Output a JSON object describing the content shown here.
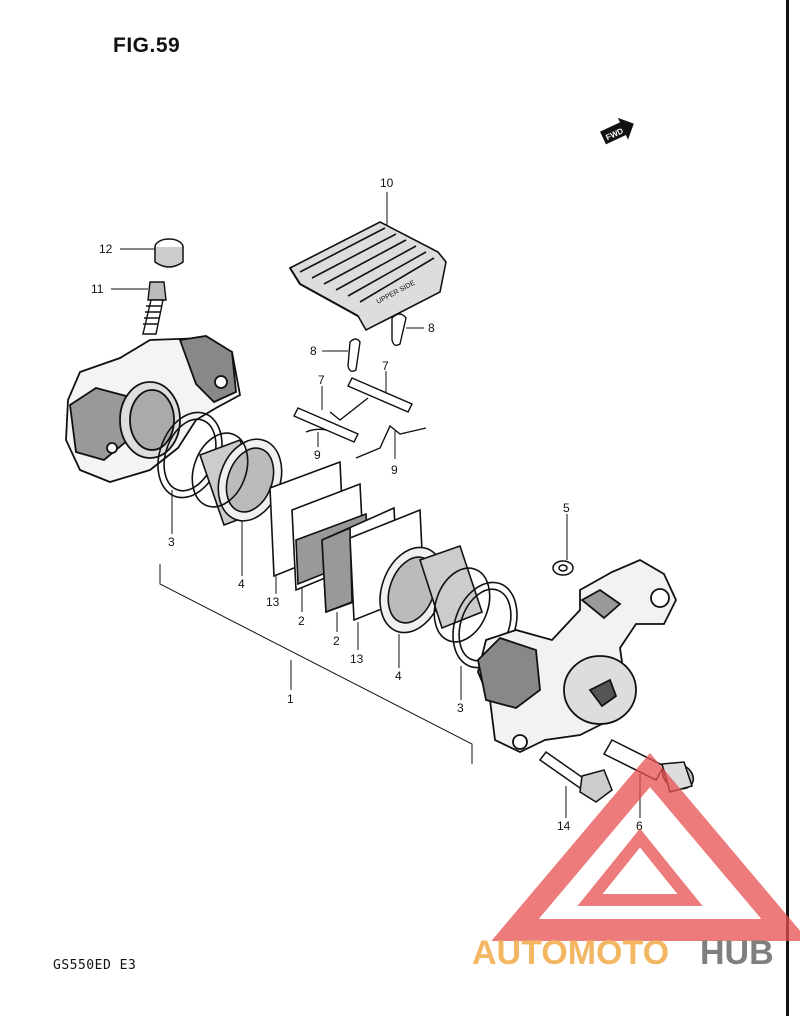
{
  "figure": {
    "title": "FIG.59",
    "model_code": "GS550ED  E3"
  },
  "fwd_marker": {
    "label": "FWD"
  },
  "pad_shim_text": "UPPER SIDE",
  "callouts": [
    {
      "id": "c10",
      "label": "10",
      "part": "pad-spring"
    },
    {
      "id": "c12",
      "label": "12",
      "part": "bleeder-cap"
    },
    {
      "id": "c11",
      "label": "11",
      "part": "bleeder-valve"
    },
    {
      "id": "c8a",
      "label": "8",
      "part": "clip"
    },
    {
      "id": "c8b",
      "label": "8",
      "part": "clip"
    },
    {
      "id": "c7a",
      "label": "7",
      "part": "pad-pin"
    },
    {
      "id": "c7b",
      "label": "7",
      "part": "pad-pin"
    },
    {
      "id": "c9a",
      "label": "9",
      "part": "pin-spring"
    },
    {
      "id": "c9b",
      "label": "9",
      "part": "pin-spring"
    },
    {
      "id": "c5",
      "label": "5",
      "part": "washer"
    },
    {
      "id": "c3a",
      "label": "3",
      "part": "piston-seal"
    },
    {
      "id": "c3b",
      "label": "3",
      "part": "piston-seal"
    },
    {
      "id": "c4a",
      "label": "4",
      "part": "piston"
    },
    {
      "id": "c4b",
      "label": "4",
      "part": "piston"
    },
    {
      "id": "c13a",
      "label": "13",
      "part": "shim"
    },
    {
      "id": "c13b",
      "label": "13",
      "part": "shim"
    },
    {
      "id": "c2a",
      "label": "2",
      "part": "brake-pad"
    },
    {
      "id": "c2b",
      "label": "2",
      "part": "brake-pad"
    },
    {
      "id": "c1",
      "label": "1",
      "part": "caliper-assembly"
    },
    {
      "id": "c14",
      "label": "14",
      "part": "bolt"
    },
    {
      "id": "c6",
      "label": "6",
      "part": "bolt"
    }
  ],
  "watermark": {
    "text_colored": "AUTOMOTO",
    "text_dark": "HUB",
    "color_primary": "#f0a030",
    "color_secondary": "#e85050",
    "color_dark": "#555555"
  },
  "colors": {
    "ink": "#111111",
    "shade": "#666666",
    "paper": "#ffffff"
  }
}
